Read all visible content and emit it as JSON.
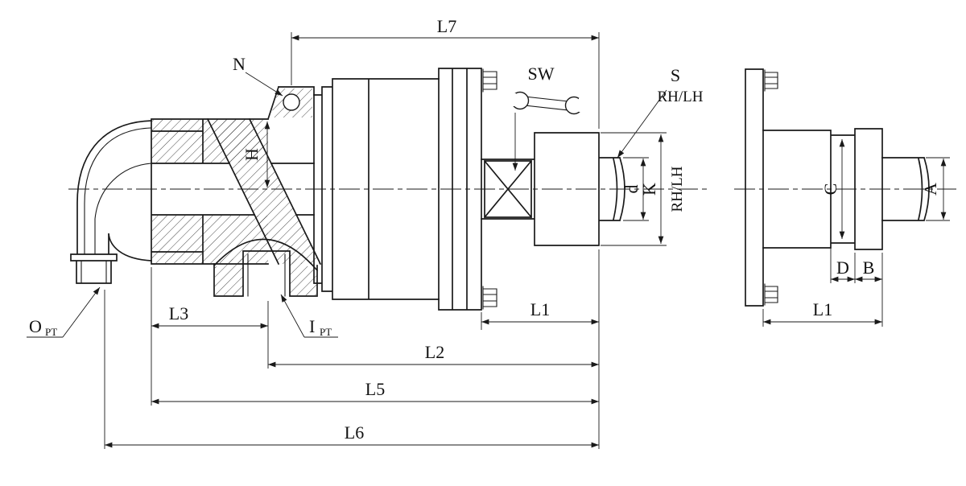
{
  "colors": {
    "line": "#1a1a1a",
    "background": "#ffffff"
  },
  "icons": {
    "sw": "open-end-wrench-icon"
  },
  "main_view": {
    "dims": {
      "L7": "L7",
      "N": "N",
      "SW": "SW",
      "S": "S",
      "RH_LH_top": "RH/LH",
      "H": "H",
      "d": "d",
      "K": "K",
      "RH_LH_axis": "RH/LH",
      "L1": "L1",
      "L3": "L3",
      "L2": "L2",
      "L5": "L5",
      "L6": "L6",
      "O": "O",
      "O_sub": "PT",
      "I": "I",
      "I_sub": "PT"
    }
  },
  "side_view": {
    "dims": {
      "A": "A",
      "C": "C",
      "D": "D",
      "B": "B",
      "L1": "L1"
    }
  }
}
